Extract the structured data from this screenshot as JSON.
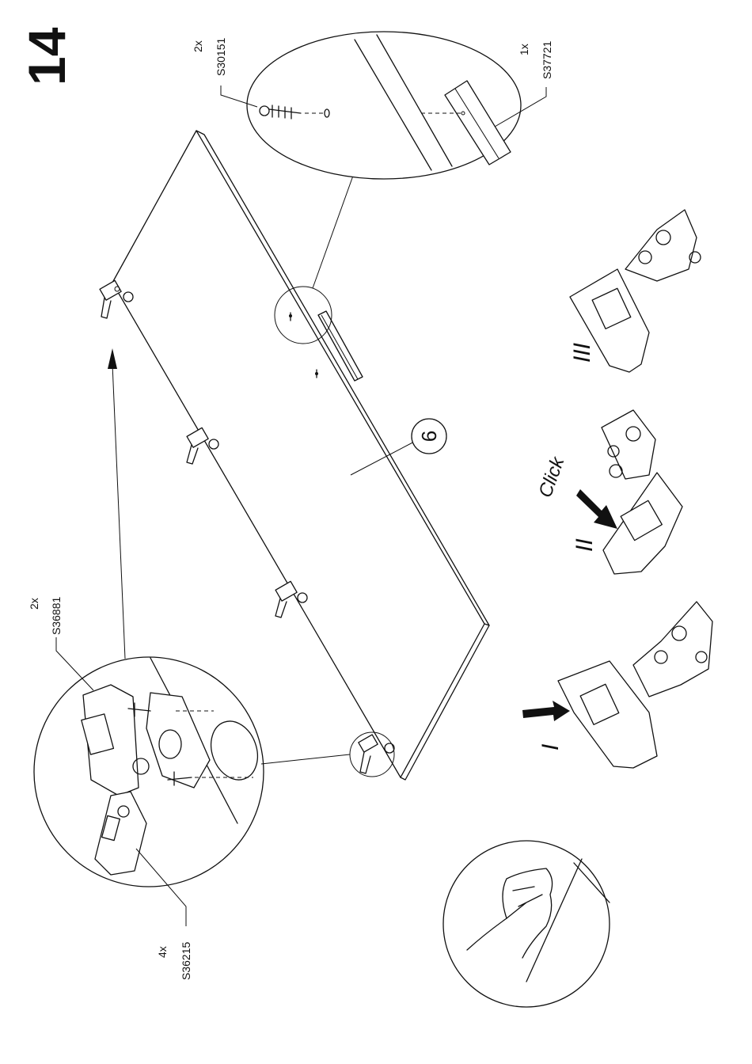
{
  "step": {
    "number": "14"
  },
  "parts": {
    "hinge": {
      "qty": "2x",
      "code": "S36881"
    },
    "base_plate": {
      "qty": "4x",
      "code": "S36215"
    },
    "screw": {
      "qty": "2x",
      "code": "S30151"
    },
    "handle_profile": {
      "qty": "1x",
      "code": "S37721"
    }
  },
  "panel": {
    "number": "6"
  },
  "sequence": {
    "step1": "I",
    "step2": "II",
    "step3": "III",
    "click": "Click"
  }
}
